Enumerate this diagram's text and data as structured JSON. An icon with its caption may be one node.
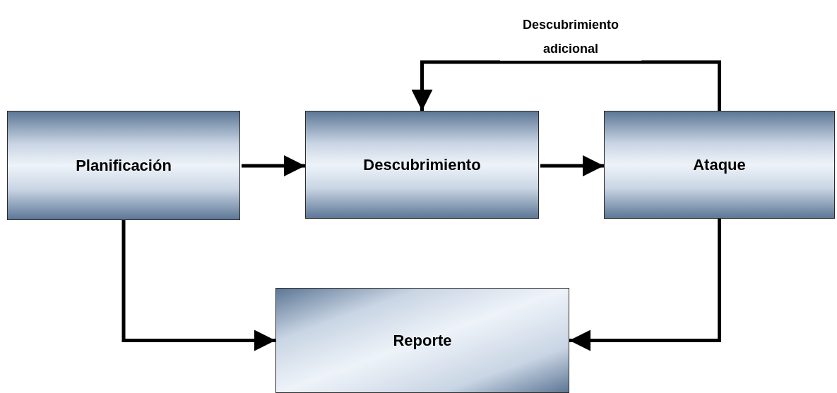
{
  "diagram": {
    "nodes": [
      {
        "text": [
          "Planificación"
        ]
      },
      {
        "text": [
          "Descubrimiento"
        ]
      },
      {
        "text": [
          "Ataque"
        ]
      },
      {
        "text": [
          "Reporte"
        ]
      }
    ],
    "edges": [
      {
        "from": 0,
        "to": 1,
        "arrow": "to"
      },
      {
        "from": 1,
        "to": 2,
        "arrow": "to"
      },
      {
        "from": 2,
        "to": 1,
        "arrow": "to",
        "label": "Descubrimiento adicional"
      },
      {
        "from": 0,
        "to": 3,
        "arrow": "to"
      },
      {
        "from": 2,
        "to": 3,
        "arrow": "to"
      }
    ]
  }
}
